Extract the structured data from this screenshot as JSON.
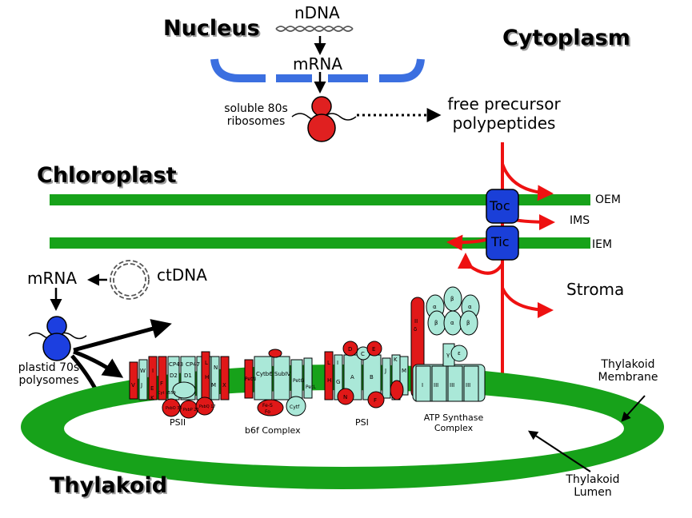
{
  "headings": {
    "nucleus": "Nucleus",
    "cytoplasm": "Cytoplasm",
    "chloroplast": "Chloroplast",
    "thylakoid": "Thylakoid"
  },
  "labels": {
    "ndna": "nDNA",
    "mrna_nucleus": "mRNA",
    "soluble_80s_line1": "soluble 80s",
    "soluble_80s_line2": "ribosomes",
    "free_precursor_line1": "free precursor",
    "free_precursor_line2": "polypeptides",
    "oem": "OEM",
    "ims": "IMS",
    "iem": "IEM",
    "toc": "Toc",
    "tic": "Tic",
    "stroma": "Stroma",
    "mrna_chloroplast": "mRNA",
    "ctdna": "ctDNA",
    "plastid_70s_line1": "plastid 70s",
    "plastid_70s_line2": "polysomes",
    "thylakoid_membrane_line1": "Thylakoid",
    "thylakoid_membrane_line2": "Membrane",
    "thylakoid_lumen_line1": "Thylakoid",
    "thylakoid_lumen_line2": "Lumen"
  },
  "complexes": {
    "psii": "PSII",
    "b6f": "b6f Complex",
    "psi": "PSI",
    "atp_line1": "ATP Synthase",
    "atp_line2": "Complex"
  },
  "subunits": {
    "psii": [
      "W",
      "I",
      "CP43",
      "CP47",
      "D2",
      "D1",
      "L",
      "N",
      "F",
      "E",
      "V",
      "J",
      "K",
      "H",
      "M",
      "X",
      "Cyt b559",
      "PsbO 33",
      "PsbP 23",
      "PsbQ 17"
    ],
    "b6f": [
      "Cytb6",
      "SubIV",
      "PetG",
      "PetL",
      "PetN",
      "Fe-S",
      "Fo",
      "Cytf"
    ],
    "psi": [
      "L",
      "I",
      "D",
      "C",
      "E",
      "K",
      "A",
      "B",
      "J",
      "M",
      "H",
      "G",
      "N",
      "F"
    ],
    "atp": [
      "α",
      "β",
      "α",
      "β",
      "α",
      "β",
      "γ",
      "ε",
      "δ",
      "II",
      "I",
      "III",
      "III",
      "III"
    ]
  },
  "colors": {
    "membrane_green": "#17a21a",
    "envelope_blue": "#3b6fe0",
    "pathway_red": "#ee1111",
    "ribosome_red": "#e02020",
    "polysome_blue": "#1c3fe0",
    "translocon_blue": "#1a3fd8",
    "subunit_teal": "#aae8d8",
    "subunit_red": "#e01818"
  }
}
